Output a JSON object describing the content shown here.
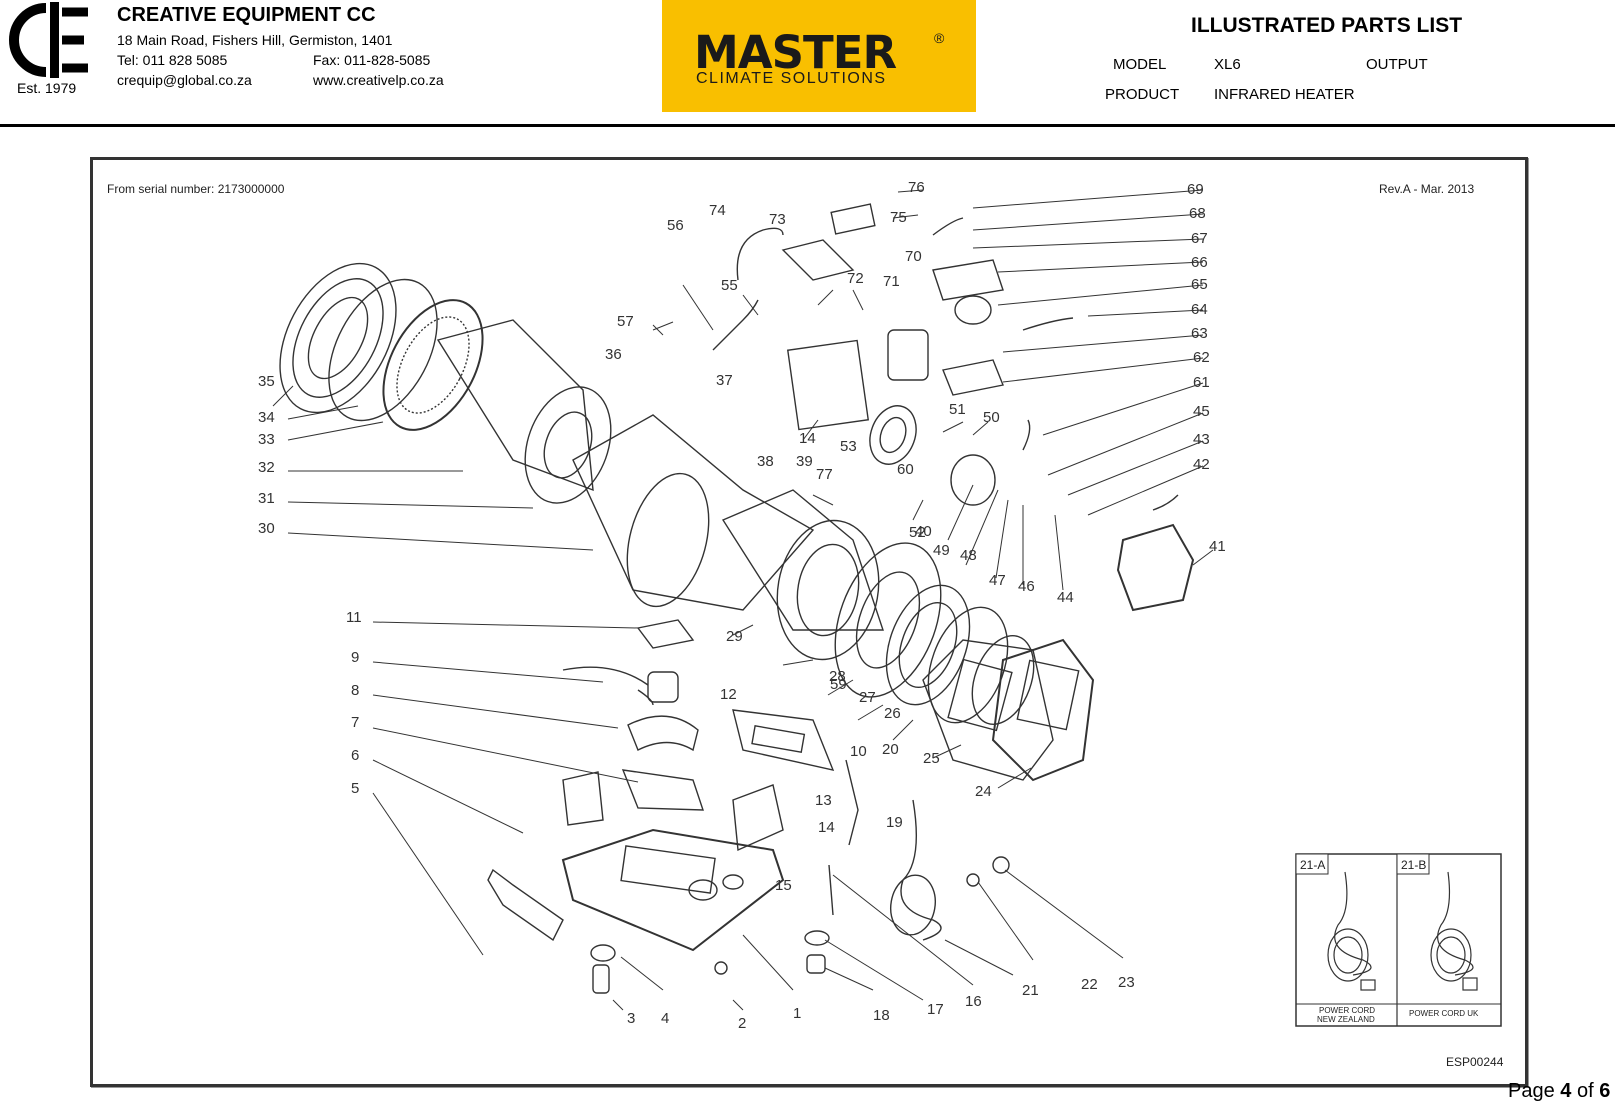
{
  "company": {
    "name": "CREATIVE EQUIPMENT CC",
    "address": "18 Main Road, Fishers Hill, Germiston, 1401",
    "tel": "Tel: 011 828 5085",
    "fax": "Fax: 011-828-5085",
    "email": "crequip@global.co.za",
    "website": "www.creativelp.co.za",
    "established": "Est. 1979"
  },
  "brand": {
    "name": "MASTER",
    "registered": "®",
    "tagline": "CLIMATE SOLUTIONS",
    "color": "#f9bf00"
  },
  "document": {
    "title": "ILLUSTRATED PARTS LIST",
    "model_label": "MODEL",
    "model_value": "XL6",
    "output_label": "OUTPUT",
    "product_label": "PRODUCT",
    "product_value": "INFRARED HEATER"
  },
  "diagram": {
    "serial_note": "From serial number:  2173000000",
    "revision": "Rev.A  -  Mar.  2013",
    "drawing_code": "ESP00244",
    "part_numbers": [
      "1",
      "2",
      "3",
      "4",
      "5",
      "6",
      "7",
      "8",
      "9",
      "10",
      "11",
      "12",
      "13",
      "14",
      "14",
      "15",
      "16",
      "17",
      "18",
      "19",
      "20",
      "21",
      "22",
      "23",
      "24",
      "25",
      "26",
      "27",
      "28",
      "29",
      "30",
      "31",
      "32",
      "33",
      "34",
      "35",
      "36",
      "37",
      "38",
      "39",
      "40",
      "41",
      "42",
      "43",
      "44",
      "45",
      "46",
      "47",
      "48",
      "49",
      "50",
      "51",
      "52",
      "53",
      "55",
      "56",
      "57",
      "59",
      "60",
      "61",
      "62",
      "63",
      "64",
      "65",
      "66",
      "67",
      "68",
      "69",
      "70",
      "71",
      "72",
      "73",
      "74",
      "75",
      "76",
      "77"
    ],
    "inset": {
      "a_label": "21-A",
      "b_label": "21-B",
      "a_caption_1": "POWER CORD",
      "a_caption_2": "NEW ZEALAND",
      "b_caption": "POWER CORD  UK"
    }
  },
  "page": {
    "label_prefix": "Page ",
    "current": "4",
    "of": " of ",
    "total": "6"
  }
}
